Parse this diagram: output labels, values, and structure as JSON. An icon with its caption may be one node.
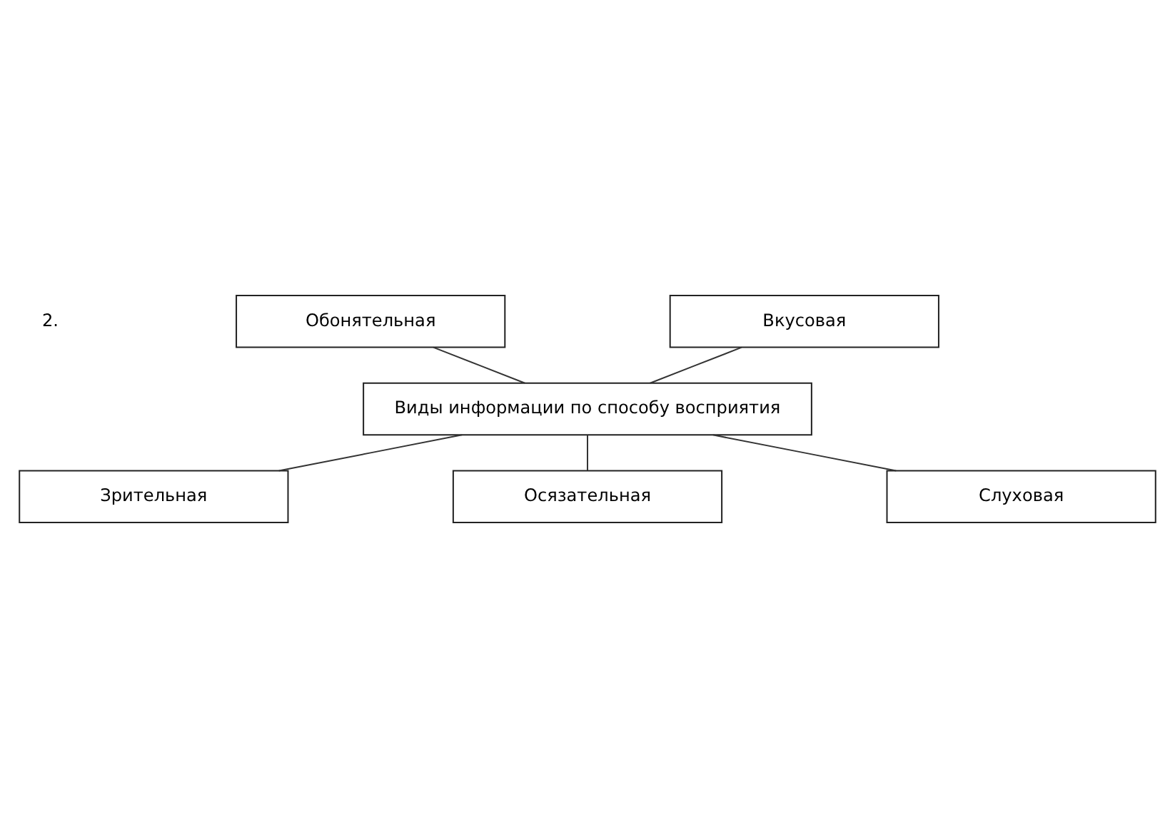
{
  "diagram": {
    "nodes": [
      {
        "text": [
          "Обонятельная"
        ]
      },
      {
        "text": [
          "Вкусовая"
        ]
      },
      {
        "text": [
          "Виды информации по способу восприятия"
        ]
      },
      {
        "text": [
          "Зрительная"
        ]
      },
      {
        "text": [
          "Осязательная"
        ]
      },
      {
        "text": [
          "Слуховая"
        ]
      }
    ],
    "edges": [
      {
        "from": 0,
        "to": 2,
        "arrow": "none"
      },
      {
        "from": 1,
        "to": 2,
        "arrow": "none"
      },
      {
        "from": 2,
        "to": 3,
        "arrow": "none"
      },
      {
        "from": 2,
        "to": 4,
        "arrow": "none"
      },
      {
        "from": 2,
        "to": 5,
        "arrow": "none"
      }
    ],
    "labels": [
      "2."
    ]
  }
}
